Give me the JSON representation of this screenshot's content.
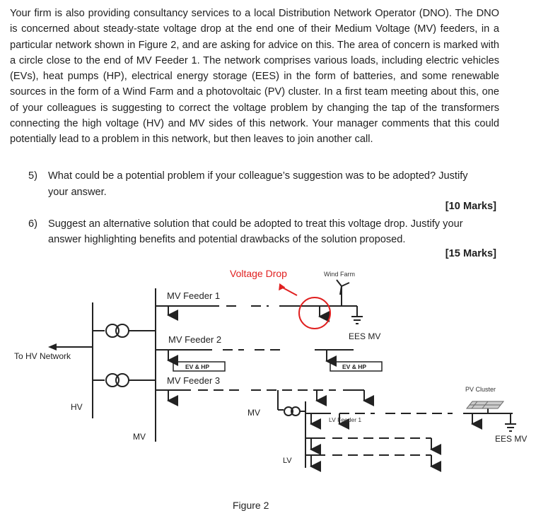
{
  "paragraph": "Your firm is also providing consultancy services to a local Distribution Network Operator (DNO). The DNO is concerned about steady-state voltage drop at the end one of their Medium Voltage (MV) feeders, in a particular network shown in Figure 2, and are asking for advice on this. The area of concern is marked with a circle close to the end of MV Feeder 1. The network comprises various loads, including electric vehicles (EVs), heat pumps (HP), electrical energy storage (EES) in the form of batteries, and some renewable sources in the form of a Wind Farm and a photovoltaic (PV) cluster. In a first team meeting about this, one of your colleagues is suggesting to correct the voltage problem by changing the tap of the transformers connecting the high voltage (HV) and MV sides of this network. Your manager comments that this could potentially lead to a problem in this network, but then leaves to join another call.",
  "questions": [
    {
      "number": "5)",
      "line1": "What could be a potential problem if your colleague’s suggestion was to be adopted? Justify",
      "line2": "your answer.",
      "marks": "[10 Marks]"
    },
    {
      "number": "6)",
      "line1": "Suggest an alternative solution that could be adopted to treat this voltage drop. Justify your",
      "line2": "answer highlighting benefits and potential drawbacks of the solution proposed.",
      "marks": "[15 Marks]"
    }
  ],
  "figure": {
    "caption": "Figure 2",
    "voltage_drop_label": "Voltage Drop",
    "wind_farm_label": "Wind Farm",
    "to_hv_label": "To HV Network",
    "hv_label": "HV",
    "mv_label_left": "MV",
    "feeder1_label": "MV Feeder 1",
    "feeder2_label": "MV Feeder 2",
    "feeder3_label": "MV Feeder 3",
    "ev_hp_label_1": "EV & HP",
    "ev_hp_label_2": "EV & HP",
    "ees_mv_label_1": "EES MV",
    "ees_mv_label_2": "EES MV",
    "pv_cluster_label": "PV Cluster",
    "mv_label_mid": "MV",
    "lv_label": "LV",
    "lv_feeder_label": "LV Feeder 1",
    "highlight_color": "#e02020"
  }
}
